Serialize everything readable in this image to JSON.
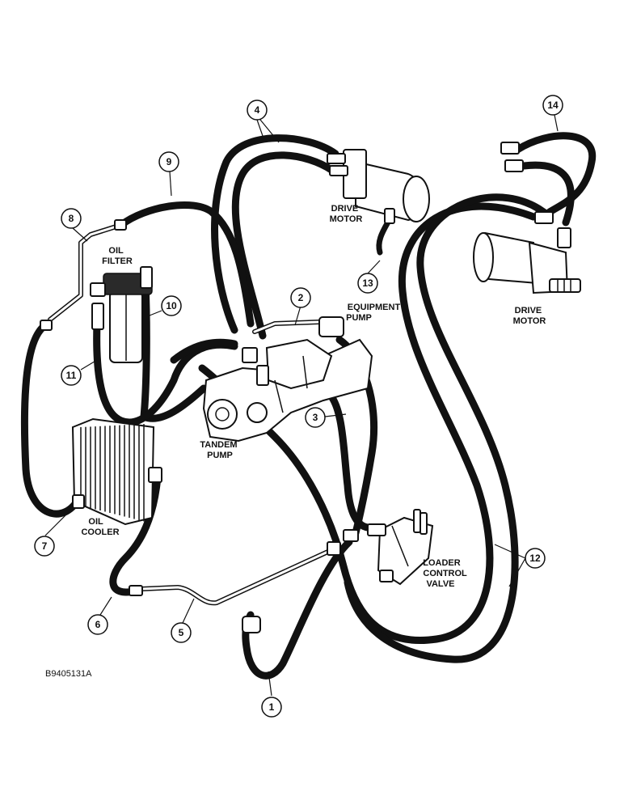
{
  "figure_ref": "B9405131A",
  "labels": {
    "oil_filter": [
      "OIL",
      "FILTER"
    ],
    "drive_motor_left": [
      "DRIVE",
      "MOTOR"
    ],
    "drive_motor_right": [
      "DRIVE",
      "MOTOR"
    ],
    "equipment_pump": [
      "EQUIPMENT",
      "PUMP"
    ],
    "tandem_pump": [
      "TANDEM",
      "PUMP"
    ],
    "oil_cooler": [
      "OIL",
      "COOLER"
    ],
    "loader_control_valve": [
      "LOADER",
      "CONTROL",
      "VALVE"
    ]
  },
  "callouts": {
    "c1": "1",
    "c2": "2",
    "c3": "3",
    "c4": "4",
    "c5": "5",
    "c6": "6",
    "c7": "7",
    "c8": "8",
    "c9": "9",
    "c10": "10",
    "c11": "11",
    "c12": "12",
    "c13": "13",
    "c14": "14"
  }
}
